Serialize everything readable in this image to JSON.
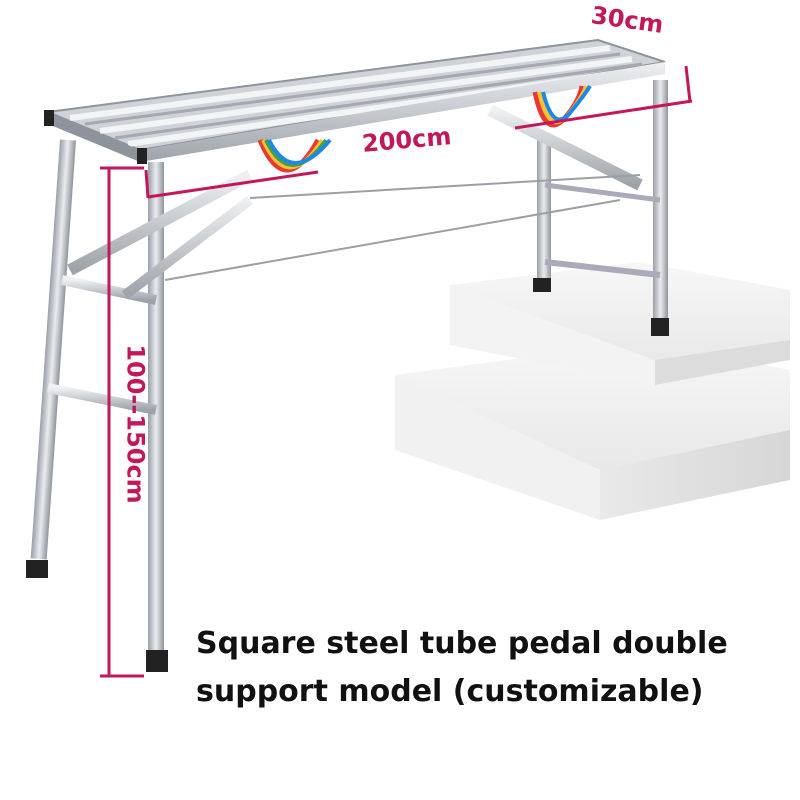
{
  "dimensions": {
    "width_label": "30cm",
    "length_label": "200cm",
    "height_label": "100--150cm",
    "marker_color": "#c2185b"
  },
  "caption": {
    "line1": "Square steel tube pedal double",
    "line2": "support model (customizable)"
  }
}
